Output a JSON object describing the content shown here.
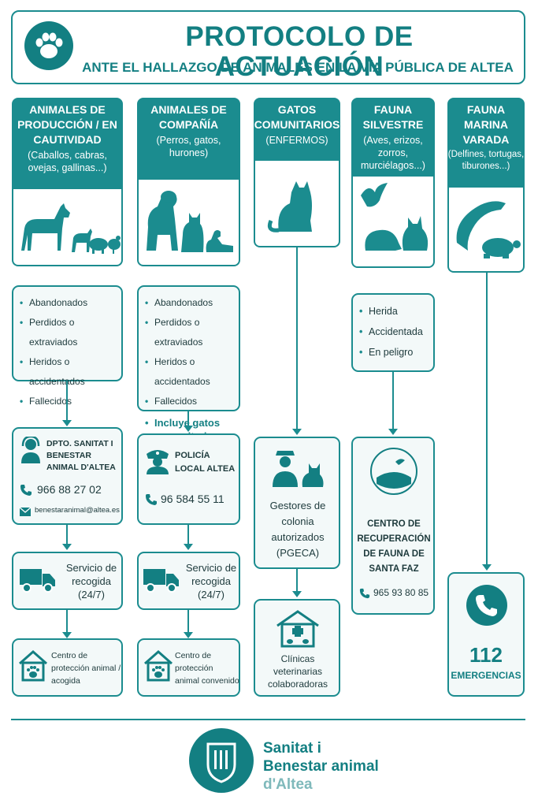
{
  "header": {
    "title": "PROTOCOLO DE ACTUACIÓN",
    "subtitle": "ANTE EL HALLAZGO DE ANIMALES EN LA VÍA PÚBLICA DE ALTEA"
  },
  "columns": [
    {
      "title": "ANIMALES DE PRODUCCIÓN / EN CAUTIVIDAD",
      "subtitle": "(Caballos, cabras, ovejas, gallinas...)",
      "icon": "farm-animals-icon",
      "situations": [
        "Abandonados",
        "Perdidos o extraviados",
        "Heridos o accidentados",
        "Fallecidos"
      ],
      "contact": {
        "name": "DPTO. SANITAT I BENESTAR ANIMAL D'ALTEA",
        "phone": "966 88 27 02",
        "email": "benestaranimal@altea.es"
      },
      "pickup": "Servicio de recogida (24/7)",
      "center": "Centro de protección animal / acogida"
    },
    {
      "title": "ANIMALES DE COMPAÑÍA",
      "subtitle": "(Perros, gatos, hurones)",
      "icon": "pets-icon",
      "situations": [
        "Abandonados",
        "Perdidos o extraviados",
        "Heridos o accidentados",
        "Fallecidos"
      ],
      "highlight": "Incluye gatos comunitarios",
      "contact": {
        "name": "POLICÍA LOCAL ALTEA",
        "phone": "96 584 55 11"
      },
      "pickup": "Servicio de recogida (24/7)",
      "center": "Centro de protección animal convenido"
    },
    {
      "title": "GATOS COMUNITARIOS",
      "subtitle": "(ENFERMOS)",
      "icon": "cat-icon",
      "manager": "Gestores de colonia autorizados (PGECA)",
      "clinics": "Clínicas veterinarias colaboradoras"
    },
    {
      "title": "FAUNA SILVESTRE",
      "subtitle": "(Aves, erizos, zorros, murciélagos...)",
      "icon": "wildlife-icon",
      "situations": [
        "Herida",
        "Accidentada",
        "En peligro"
      ],
      "center": "CENTRO DE RECUPERACIÓN DE FAUNA DE SANTA FAZ",
      "phone": "965 93 80 85"
    },
    {
      "title": "FAUNA MARINA VARADA",
      "subtitle": "(Delfines, tortugas, tiburones...)",
      "icon": "marine-icon",
      "emergency_number": "112",
      "emergency_label": "EMERGENCIAS"
    }
  ],
  "footer": {
    "line1": "Sanitat i",
    "line2": "Benestar animal",
    "line3": "d'Altea"
  },
  "colors": {
    "primary": "#1b8c8f",
    "dark": "#137f82",
    "light": "#f3f9f9"
  }
}
